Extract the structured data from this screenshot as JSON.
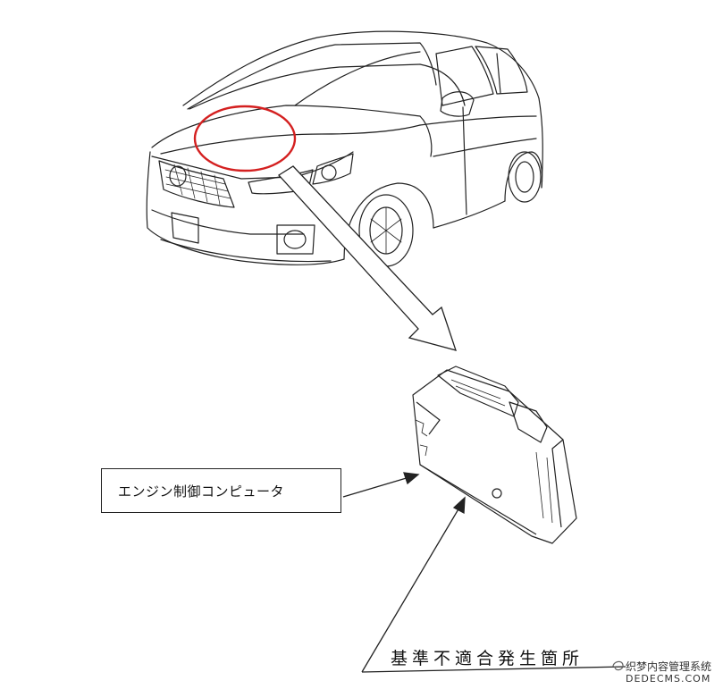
{
  "callout": {
    "component_label": "エンジン制御コンピュータ",
    "defect_location_label": "基準不適合発生箇所"
  },
  "watermark": {
    "line1": "织梦内容管理系统",
    "line2": "DEDECMS.COM"
  },
  "colors": {
    "highlight_ellipse": "#d42020",
    "line_art": "#222222"
  }
}
